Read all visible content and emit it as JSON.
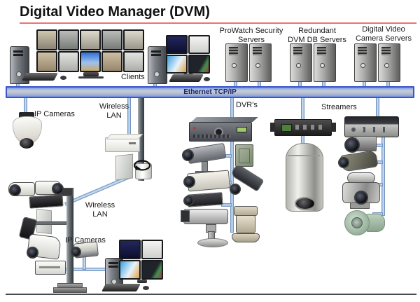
{
  "title": "Digital Video Manager (DVM)",
  "bus_label": "Ethernet TCP/IP",
  "clients_label": "Clients",
  "server_groups": [
    {
      "label": "ProWatch Security\nServers"
    },
    {
      "label": "Redundant\nDVM DB Servers"
    },
    {
      "label": "Digital Video\nCamera Servers"
    }
  ],
  "branches": {
    "ip_cameras_top": "IP Cameras",
    "wireless_lan_top": "Wireless\nLAN",
    "dvrs": "DVR's",
    "streamers": "Streamers",
    "wireless_lan_bottom": "Wireless\nLAN",
    "ip_cameras_bottom": "IP Cameras"
  },
  "icons": {
    "rotation_arrow": "↻"
  },
  "colors": {
    "title_underline": "#f07272",
    "bus_border": "#3a55c8",
    "bus_fill_center": "#c7cdd8",
    "bus_fill_edge": "#7e9ce8",
    "connector_fill": "#d8e6f4",
    "connector_border": "#7796bf",
    "ground_line": "#4a4a4a"
  }
}
